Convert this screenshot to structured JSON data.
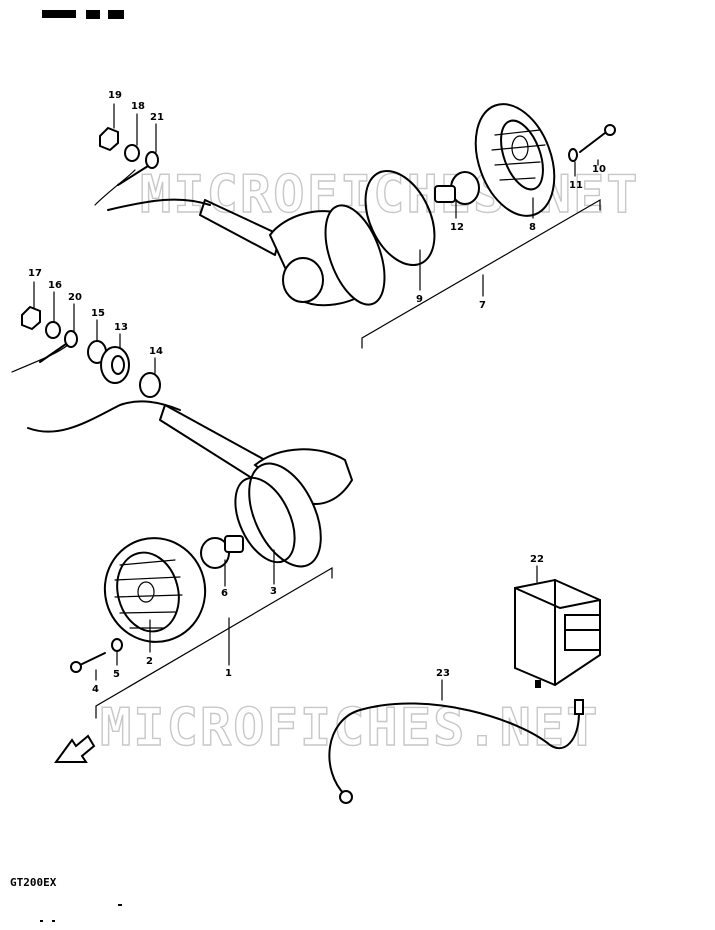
{
  "watermark": "MICROFICHES.NET",
  "model_code": "GT200EX",
  "part_numbers": {
    "p1": "1",
    "p2": "2",
    "p3": "3",
    "p4": "4",
    "p5": "5",
    "p6": "6",
    "p7": "7",
    "p8": "8",
    "p9": "9",
    "p10": "10",
    "p11": "11",
    "p12": "12",
    "p13": "13",
    "p14": "14",
    "p15": "15",
    "p16": "16",
    "p17": "17",
    "p18": "18",
    "p19": "19",
    "p20": "20",
    "p21": "21",
    "p22": "22",
    "p23": "23"
  }
}
